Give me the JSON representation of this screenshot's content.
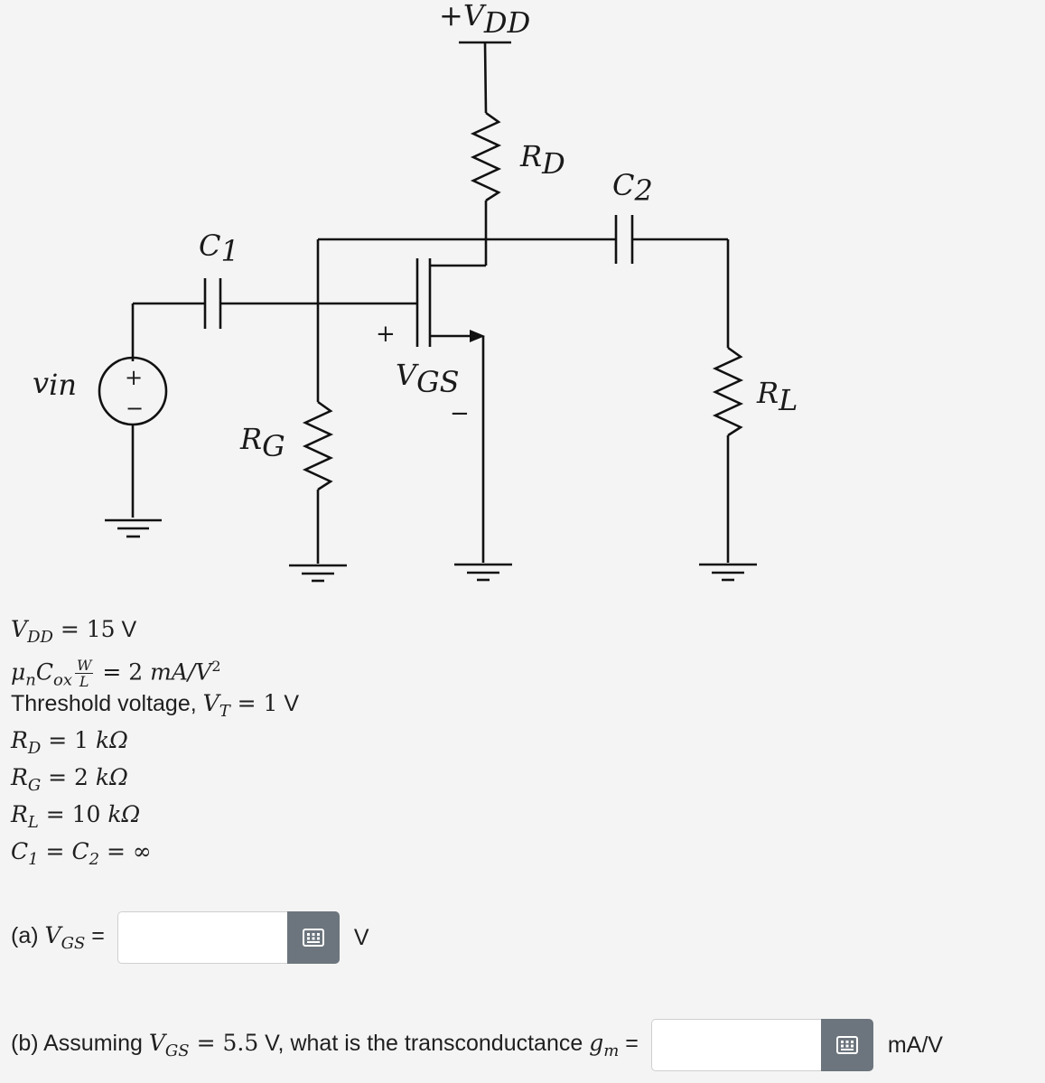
{
  "circuit": {
    "labels": {
      "vdd": "+V",
      "vdd_sub": "DD",
      "rd": "R",
      "rd_sub": "D",
      "c2": "C",
      "c2_sub": "2",
      "c1": "C",
      "c1_sub": "1",
      "vin": "v",
      "vin_sub": "in",
      "rg": "R",
      "rg_sub": "G",
      "vgs": "V",
      "vgs_sub": "GS",
      "vgs_plus": "+",
      "vgs_minus": "−",
      "rl": "R",
      "rl_sub": "L",
      "src_plus": "+",
      "src_minus": "−"
    }
  },
  "params": {
    "vdd": {
      "sym": "V",
      "sub": "DD",
      "eq": " = 15",
      "unit": " V"
    },
    "kn": {
      "mu": "μ",
      "mu_sub": "n",
      "c": "C",
      "c_sub": "ox",
      "frac_num": "W",
      "frac_den": "L",
      "eq": "= 2 ",
      "unit": "mA/V",
      "exp": "2"
    },
    "vt": {
      "text": "Threshold voltage, ",
      "sym": "V",
      "sub": "T",
      "eq": " = 1",
      "unit": " V"
    },
    "rd": {
      "sym": "R",
      "sub": "D",
      "eq": " = 1 ",
      "unit": "kΩ"
    },
    "rg": {
      "sym": "R",
      "sub": "G",
      "eq": " = 2 ",
      "unit": "kΩ"
    },
    "rl": {
      "sym": "R",
      "sub": "L",
      "eq": " = 10 ",
      "unit": "kΩ"
    },
    "caps": {
      "c1": "C",
      "c1_sub": "1",
      "mid": " = ",
      "c2": "C",
      "c2_sub": "2",
      "tail": " = ∞"
    }
  },
  "questions": {
    "a": {
      "prefix": "(a) ",
      "sym": "V",
      "sub": "GS",
      "suffix": " =",
      "value": "",
      "unit": "V"
    },
    "b": {
      "prefix": "(b) Assuming ",
      "sym": "V",
      "sub": "GS",
      "eq": " = 5.5",
      "mid": " V, what is the transconductance ",
      "gsym": "g",
      "gsub": "m",
      "suffix": " =",
      "value": "",
      "unit": "mA/V"
    }
  },
  "icons": {
    "keypad": "calculator-icon"
  }
}
